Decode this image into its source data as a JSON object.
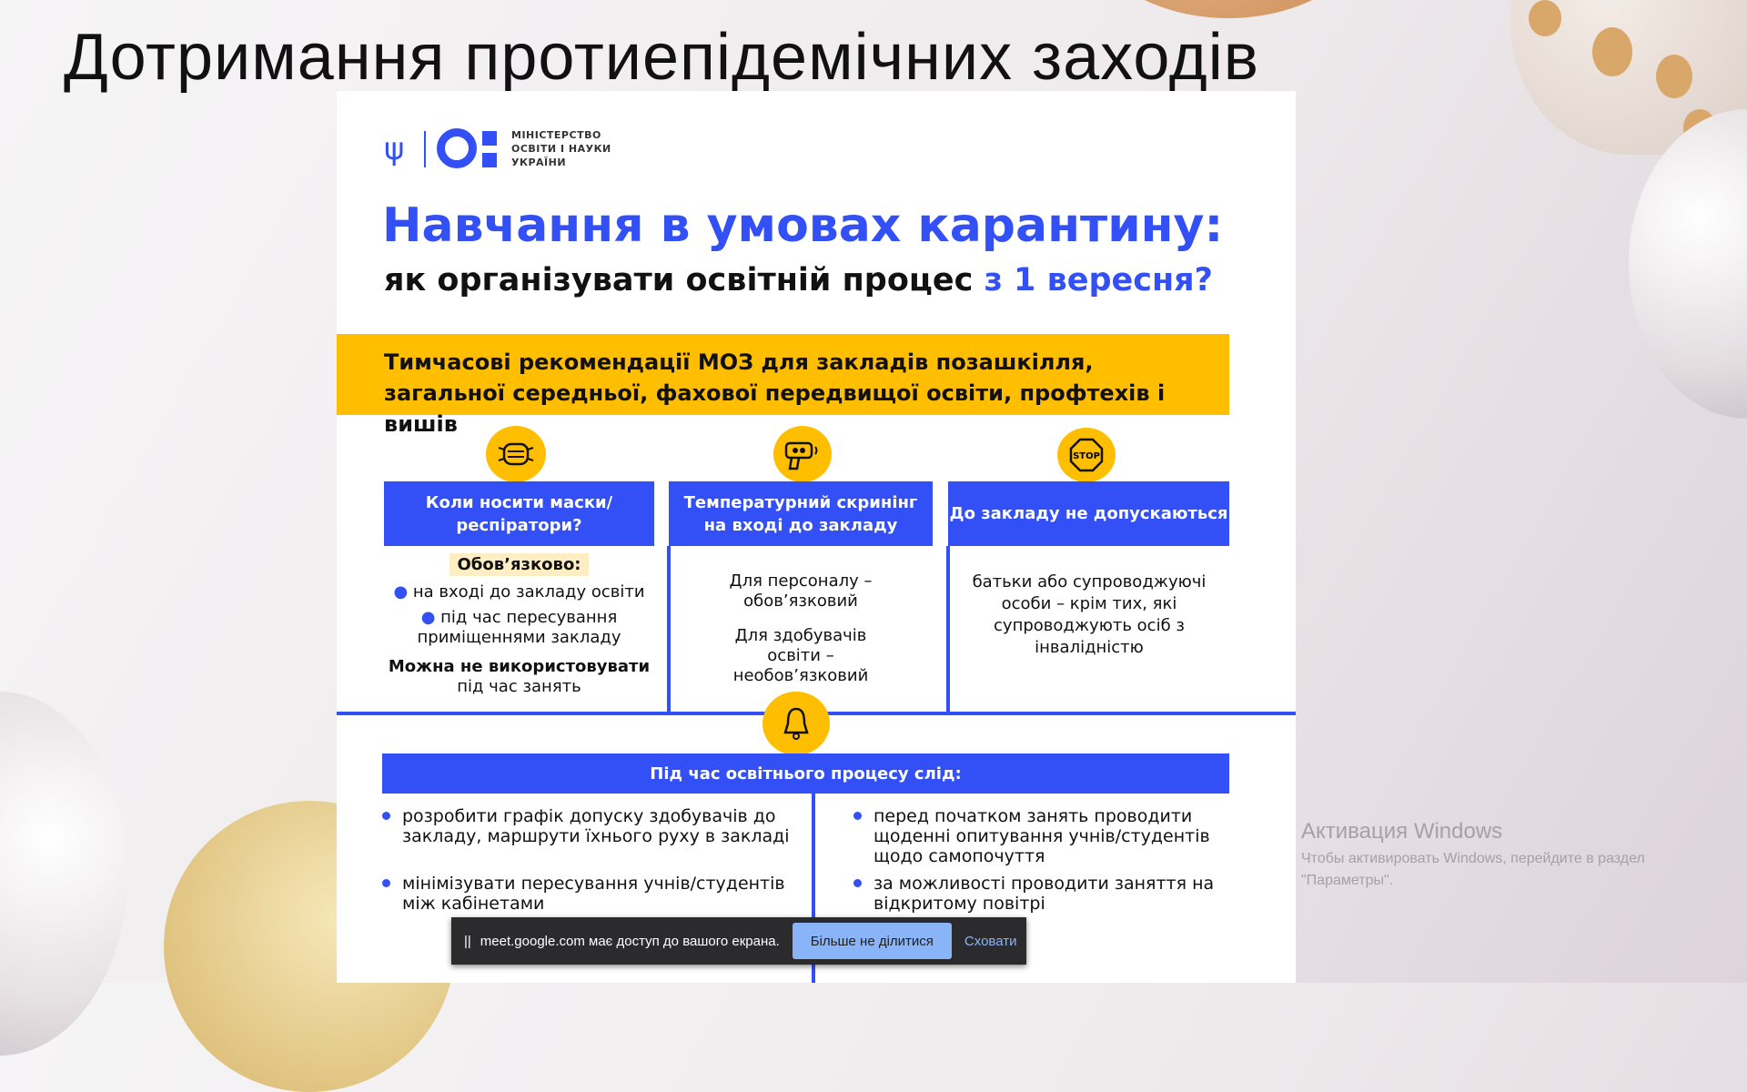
{
  "slide": {
    "title": "Дотримання протиепідемічних заходів"
  },
  "infographic": {
    "logo": {
      "line1": "МІНІСТЕРСТВО",
      "line2": "ОСВІТИ І НАУКИ",
      "line3": "УКРАЇНИ"
    },
    "heading": "Навчання в умовах карантину:",
    "subheading": "як організувати освітній процес ",
    "subheading_accent": "з 1 вересня?",
    "band": {
      "line1": "Тимчасові рекомендації МОЗ для закладів позашкілля,",
      "line2": "загальної середньої, фахової передвищої освіти, профтехів і вишів"
    },
    "columns": [
      {
        "icon": "mask-icon",
        "header": "Коли носити маски/респіратори?",
        "highlight": "Обов’язково:",
        "bullets": [
          "на вході до закладу освіти",
          "під час пересування приміщеннями закладу"
        ],
        "note_bold": "Можна не використовувати",
        "note": "під час занять"
      },
      {
        "icon": "thermometer-icon",
        "header": "Температурний скринінг на вході до закладу",
        "lines": [
          "Для персоналу – обов’язковий",
          "Для здобувачів освіти – необов’язковий"
        ]
      },
      {
        "icon": "stop-icon",
        "header": "До закладу не допускаються",
        "lines": [
          "батьки або супроводжуючі особи – крім тих, які супроводжують осіб з інвалідністю"
        ]
      }
    ],
    "process": {
      "header": "Під час освітнього процесу слід:",
      "left": [
        "розробити графік допуску здобувачів до закладу, маршрути їхнього руху в закладі",
        "мінімізувати пересування учнів/студентів між кабінетами"
      ],
      "right": [
        "перед початком занять проводити щоденні опитування учнів/студентів щодо самопочуття",
        "за можливості проводити заняття на відкритому повітрі"
      ]
    }
  },
  "share_banner": {
    "message": "meet.google.com має доступ до вашого екрана.",
    "stop_label": "Більше не ділитися",
    "hide_label": "Сховати"
  },
  "watermark": {
    "title": "Активация Windows",
    "line1": "Чтобы активировать Windows, перейдите в раздел",
    "line2": "\"Параметры\"."
  }
}
